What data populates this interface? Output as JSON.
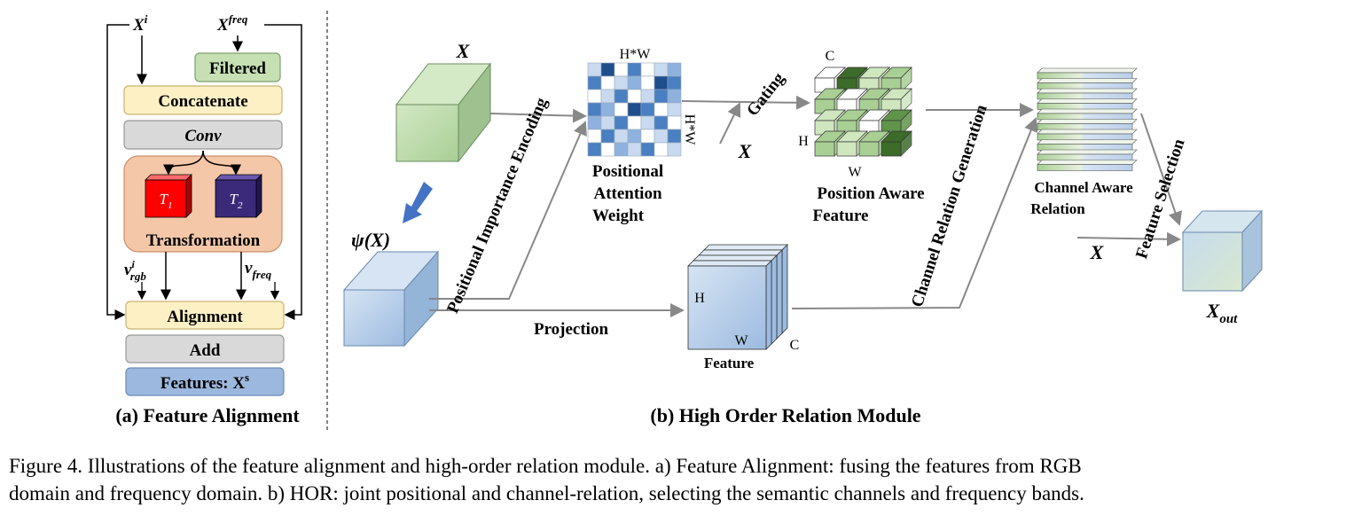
{
  "panel_a": {
    "input_x_i": "X",
    "input_x_i_sup": "i",
    "input_x_freq": "X",
    "input_x_freq_sup": "freq",
    "filtered": "Filtered",
    "concatenate": "Concatenate",
    "conv": "Conv",
    "t1": "T",
    "t1_sub": "1",
    "t2": "T",
    "t2_sub": "2",
    "transformation": "Transformation",
    "v_rgb": "v",
    "v_rgb_sup": "i",
    "v_rgb_sub": "rgb",
    "v_freq": "v",
    "v_freq_sub": "freq",
    "alignment": "Alignment",
    "add": "Add",
    "features": "Features: X",
    "features_sup": "s",
    "title": "(a) Feature Alignment"
  },
  "panel_b": {
    "x_top": "X",
    "psi_x": "ψ(X)",
    "hw_top": "H*W",
    "hw_side": "H*W",
    "positional_attention_weight": [
      "Positional",
      "Attention",
      "Weight"
    ],
    "positional_importance_encoding": "Positional Importance Encoding",
    "gating": "Gating",
    "x_gating": "X",
    "c_label": "C",
    "h_label": "H",
    "w_label": "W",
    "position_aware_feature": [
      "Position Aware",
      "Feature"
    ],
    "channel_relation_generation": "Channel Relation Generation",
    "channel_aware_relation": [
      "Channel Aware",
      "Relation"
    ],
    "feature_selection": "Feature Selection",
    "x_sel": "X",
    "x_out": "X",
    "x_out_sub": "out",
    "projection": "Projection",
    "feat_h": "H",
    "feat_w": "W",
    "feat_c": "C",
    "feature": "Feature",
    "title": "(b) High Order Relation Module"
  },
  "caption": [
    "Figure 4.  Illustrations of the feature alignment and high-order relation module.  a) Feature Alignment:  fusing the features from RGB",
    "domain and frequency domain. b) HOR: joint positional and channel-relation, selecting the semantic channels and frequency bands."
  ],
  "colors": {
    "filtered_fill": "#c6e0b4",
    "concat_fill": "#fdf0c4",
    "conv_fill": "#d9d9d9",
    "transform_fill": "#f4c7a8",
    "t1_fill": "#ff0000",
    "t2_fill": "#3b2a7a",
    "alignment_fill": "#fdf0c4",
    "add_fill": "#d9d9d9",
    "features_fill": "#9db8de",
    "green_cube": "#b8d8a8",
    "blue_cube": "#bcd3ea",
    "heat_dark": "#1f4e8c",
    "heat_mid": "#4a7fc1",
    "heat_light": "#c9daf0"
  }
}
